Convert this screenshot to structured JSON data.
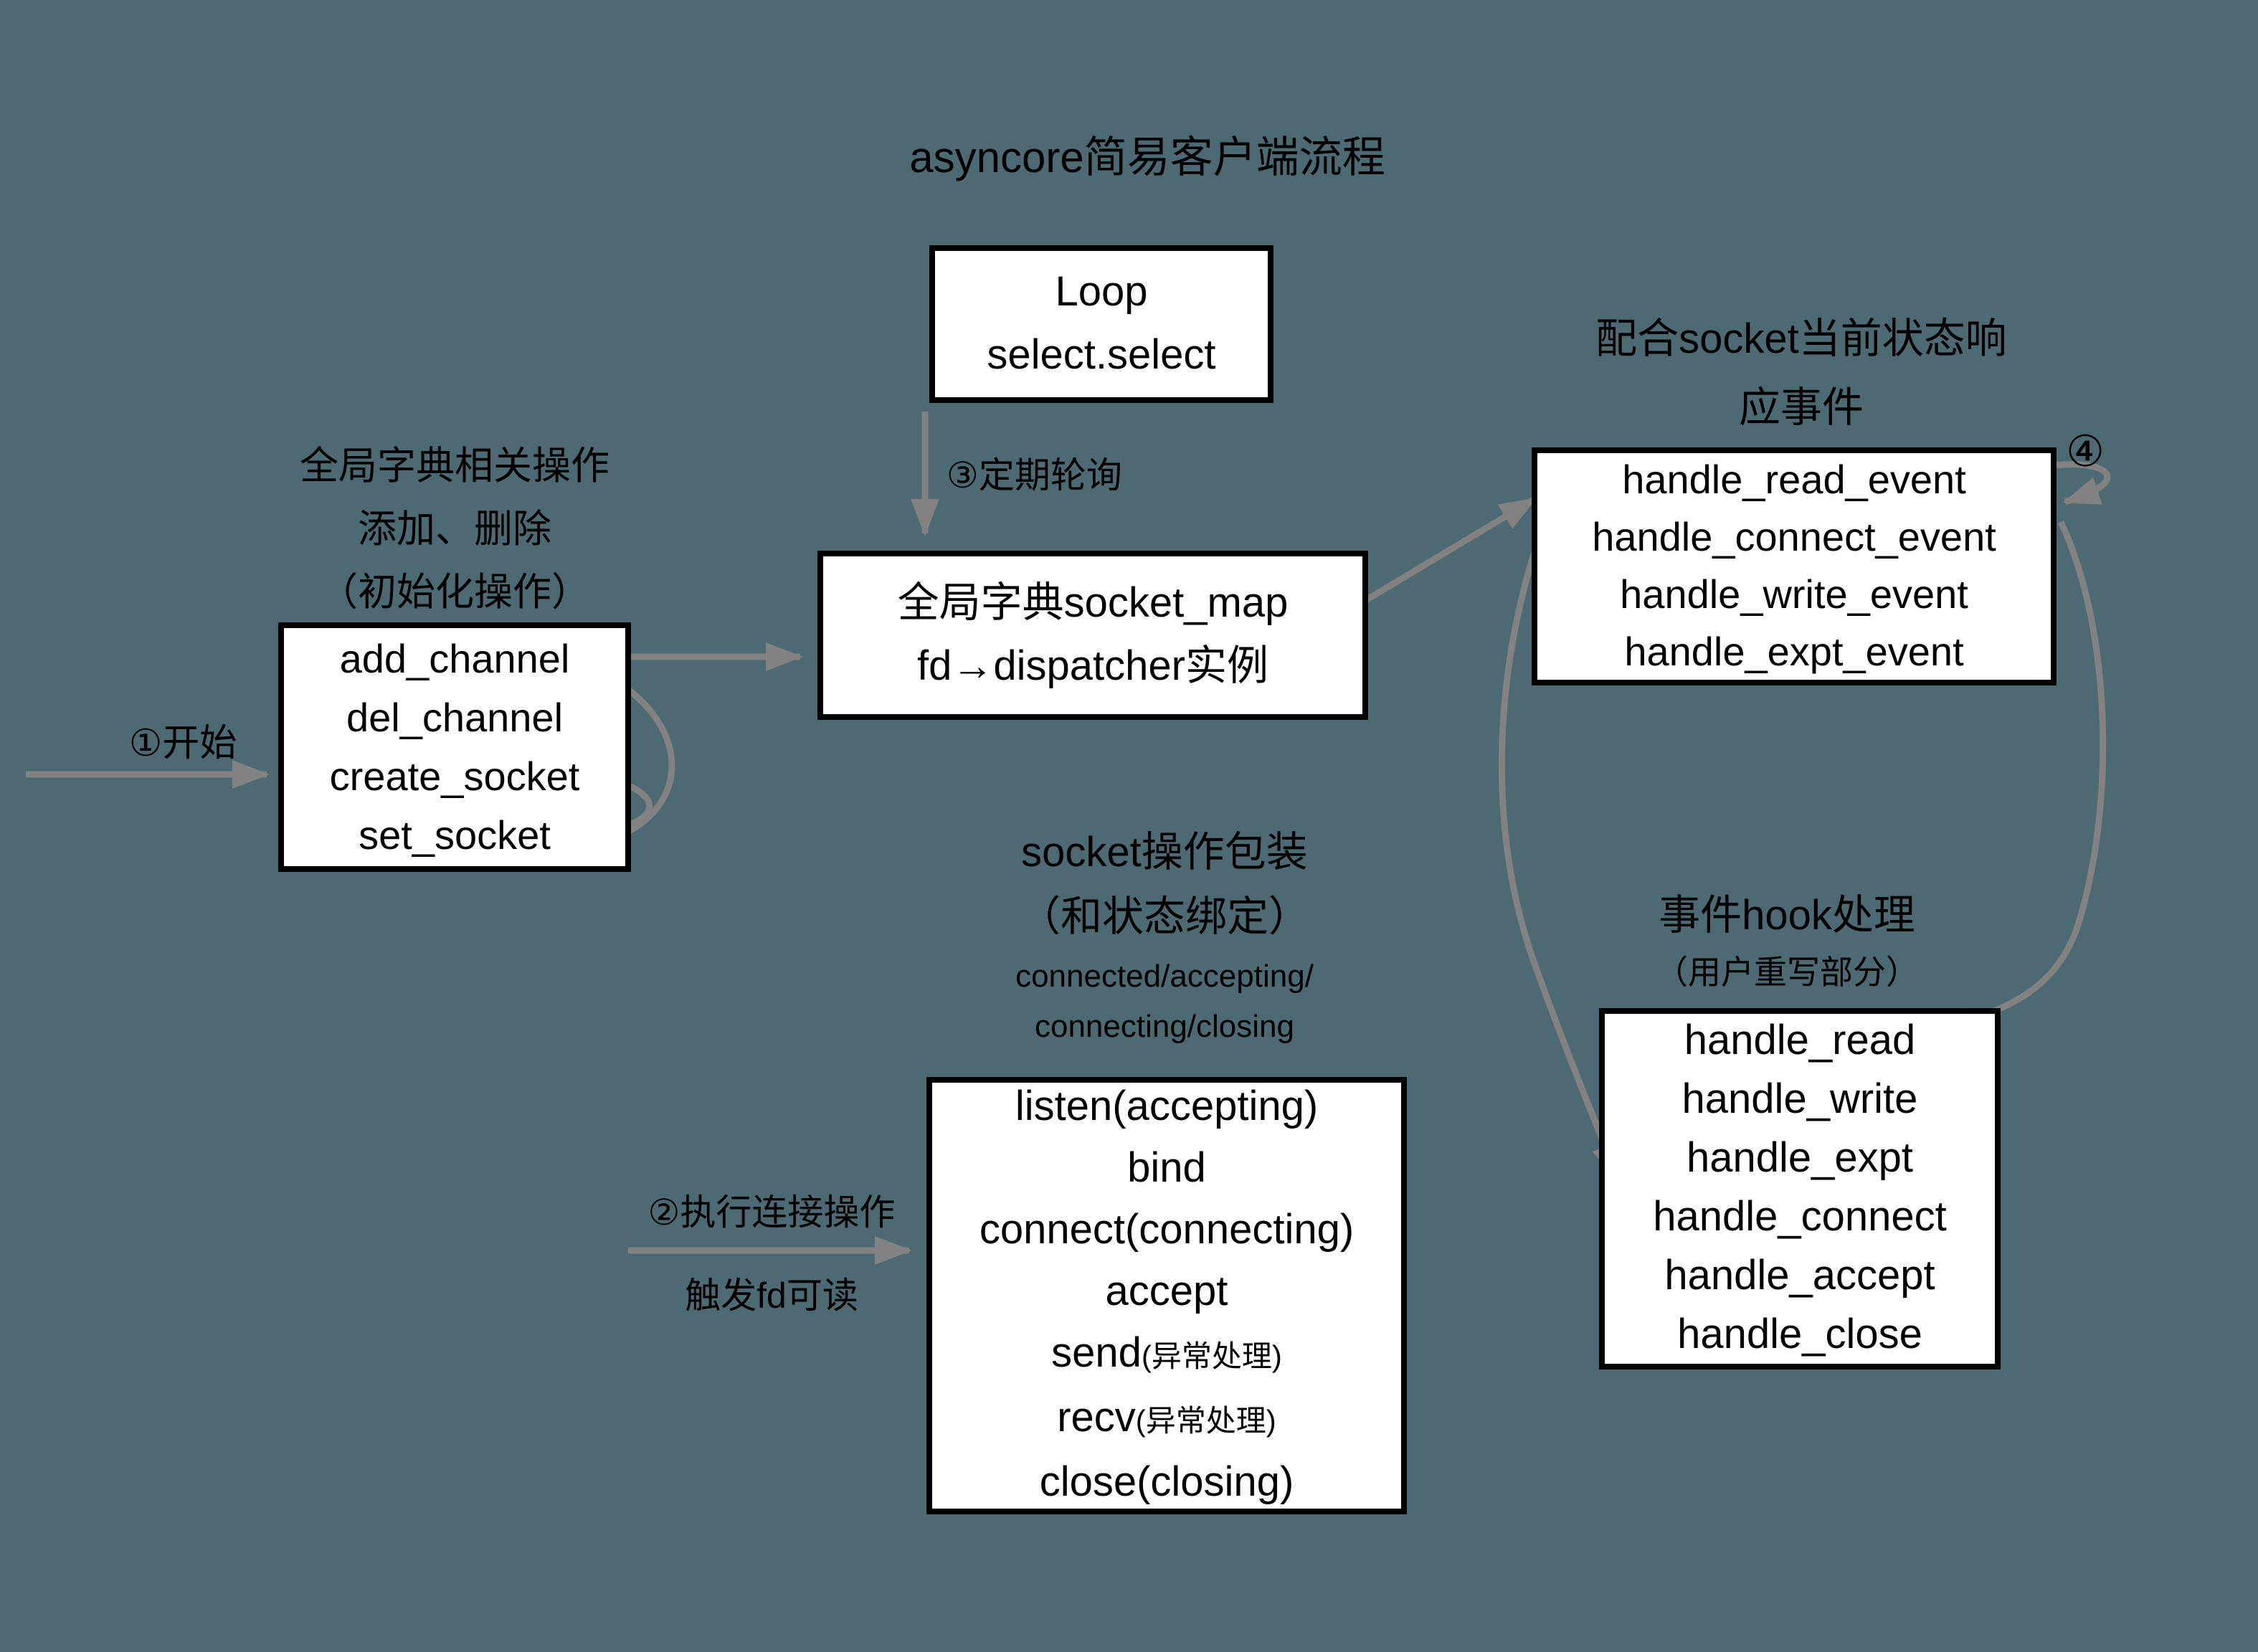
{
  "canvas": {
    "background_color": "#4d6971",
    "arrow_color": "#828282",
    "box_fill": "#ffffff",
    "box_border": "#000000",
    "text_color": "#000000"
  },
  "title": "asyncore简易客户端流程",
  "boxes": {
    "loop": {
      "lines": [
        "Loop",
        "select.select"
      ]
    },
    "socket_map": {
      "lines": [
        "全局字典socket_map",
        "fd→dispatcher实例"
      ]
    },
    "events": {
      "lines": [
        "handle_read_event",
        "handle_connect_event",
        "handle_write_event",
        "handle_expt_event"
      ]
    },
    "channels": {
      "lines": [
        "add_channel",
        "del_channel",
        "create_socket",
        "set_socket"
      ]
    },
    "socket_ops": {
      "lines": [
        {
          "main": "listen(accepting)",
          "sub": ""
        },
        {
          "main": "bind",
          "sub": ""
        },
        {
          "main": "connect(connecting)",
          "sub": ""
        },
        {
          "main": "accept",
          "sub": ""
        },
        {
          "main": "send",
          "sub": "(异常处理)"
        },
        {
          "main": "recv",
          "sub": "(异常处理)"
        },
        {
          "main": "close(closing)",
          "sub": ""
        }
      ]
    },
    "hooks": {
      "lines": [
        "handle_read",
        "handle_write",
        "handle_expt",
        "handle_connect",
        "handle_accept",
        "handle_close"
      ]
    }
  },
  "labels": {
    "dict_ops": [
      "全局字典相关操作",
      "添加、删除",
      "（初始化操作）"
    ],
    "respond": [
      "配合socket当前状态响",
      "应事件"
    ],
    "wrap": {
      "big": [
        "socket操作包装",
        "（和状态绑定）"
      ],
      "small": [
        "connected/accepting/",
        "connecting/closing"
      ]
    },
    "hook": {
      "big": "事件hook处理",
      "small": "（用户重写部分）"
    },
    "start": "①开始",
    "poll": "③定期轮询",
    "step2": [
      "②执行连接操作",
      "触发fd可读"
    ],
    "step3": "③",
    "step4": "④"
  }
}
